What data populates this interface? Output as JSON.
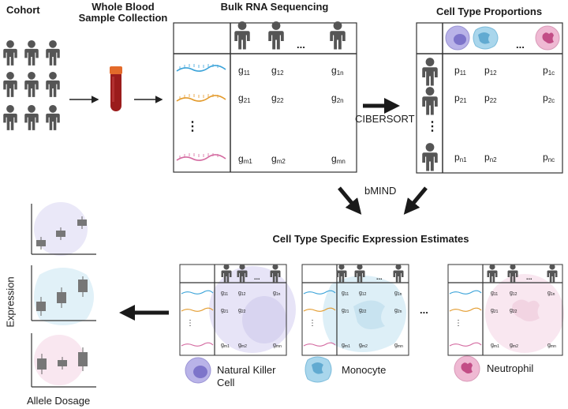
{
  "titles": {
    "cohort": "Cohort",
    "blood_line1": "Whole Blood",
    "blood_line2": "Sample Collection",
    "bulk": "Bulk RNA Sequencing",
    "proportions": "Cell Type Proportions",
    "csee": "Cell Type Specific Expression Estimates"
  },
  "labels": {
    "cibersort": "CIBERSORT",
    "bmind": "bMIND",
    "expression": "Expression",
    "allele_dosage": "Allele Dosage",
    "ellipsis": "...",
    "vdots": "⋮"
  },
  "bulk_matrix": {
    "rows": [
      [
        {
          "b": "g",
          "s": "11"
        },
        {
          "b": "g",
          "s": "12"
        },
        {
          "b": "g",
          "s": "1n"
        }
      ],
      [
        {
          "b": "g",
          "s": "21"
        },
        {
          "b": "g",
          "s": "22"
        },
        {
          "b": "g",
          "s": "2n"
        }
      ],
      [
        {
          "b": "g",
          "s": "m1"
        },
        {
          "b": "g",
          "s": "m2"
        },
        {
          "b": "g",
          "s": "mn"
        }
      ]
    ]
  },
  "prop_matrix": {
    "rows": [
      [
        {
          "b": "p",
          "s": "11"
        },
        {
          "b": "p",
          "s": "12"
        },
        {
          "b": "p",
          "s": "1c"
        }
      ],
      [
        {
          "b": "p",
          "s": "21"
        },
        {
          "b": "p",
          "s": "22"
        },
        {
          "b": "p",
          "s": "2c"
        }
      ],
      [
        {
          "b": "p",
          "s": "n1"
        },
        {
          "b": "p",
          "s": "n2"
        },
        {
          "b": "p",
          "s": "nc"
        }
      ]
    ]
  },
  "cell_types": [
    {
      "name_line1": "Natural Killer",
      "name_line2": "Cell",
      "color": "#b9b3e8",
      "nucleus": "#6a5fc0"
    },
    {
      "name_line1": "Monocyte",
      "name_line2": "",
      "color": "#a9d6ec",
      "nucleus": "#4f9fcb"
    },
    {
      "name_line1": "Neutrophil",
      "name_line2": "",
      "color": "#efb9d3",
      "nucleus": "#c24d86"
    }
  ],
  "colors": {
    "gene_blue": "#3ba3d9",
    "gene_orange": "#e39a2b",
    "gene_pink": "#d46aa0",
    "person": "#555555",
    "tube_red": "#9b1c1c",
    "tube_cap": "#e36a2a"
  }
}
